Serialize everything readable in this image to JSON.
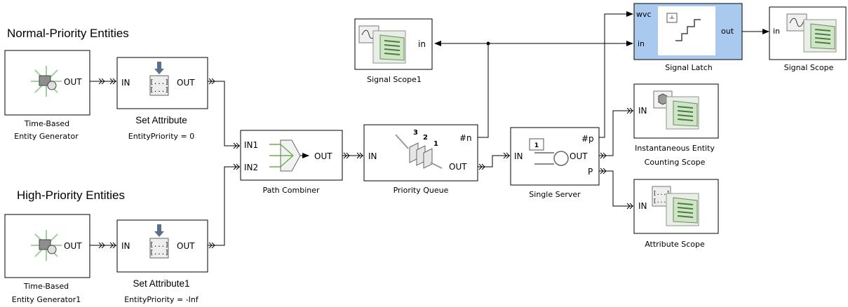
{
  "titles": {
    "normal": "Normal-Priority Entities",
    "high": "High-Priority Entities"
  },
  "blocks": {
    "gen1": {
      "label_line1": "Time-Based",
      "label_line2": "Entity Generator",
      "port_out": "OUT"
    },
    "gen2": {
      "label_line1": "Time-Based",
      "label_line2": "Entity Generator1",
      "port_out": "OUT"
    },
    "setattr1": {
      "label": "Set Attribute",
      "param": "EntityPriority = 0",
      "port_in": "IN",
      "port_out": "OUT"
    },
    "setattr2": {
      "label": "Set Attribute1",
      "param": "EntityPriority = -Inf",
      "port_in": "IN",
      "port_out": "OUT"
    },
    "path_combiner": {
      "label": "Path Combiner",
      "port_in1": "IN1",
      "port_in2": "IN2",
      "port_out": "OUT"
    },
    "priority_queue": {
      "label": "Priority Queue",
      "port_in": "IN",
      "port_n": "#n",
      "port_out": "OUT",
      "icon_nums": [
        "3",
        "2",
        "1"
      ]
    },
    "single_server": {
      "label": "Single Server",
      "port_in": "IN",
      "port_p": "#p",
      "port_out": "OUT",
      "port_P": "P",
      "icon_num": "1"
    },
    "signal_scope1": {
      "label": "Signal Scope1",
      "port_in": "in"
    },
    "signal_latch": {
      "label": "Signal Latch",
      "port_wvc": "wvc",
      "port_in": "in",
      "port_out": "out"
    },
    "signal_scope": {
      "label": "Signal Scope",
      "port_in": "in"
    },
    "inst_scope": {
      "label_line1": "Instantaneous Entity",
      "label_line2": "Counting Scope",
      "port_in": "IN"
    },
    "attr_scope": {
      "label": "Attribute Scope",
      "port_in": "IN"
    }
  },
  "colors": {
    "selected_block": "#a9c9ef",
    "scope_screen": "#cfe6c4",
    "icon_green": "#6ab04c"
  }
}
